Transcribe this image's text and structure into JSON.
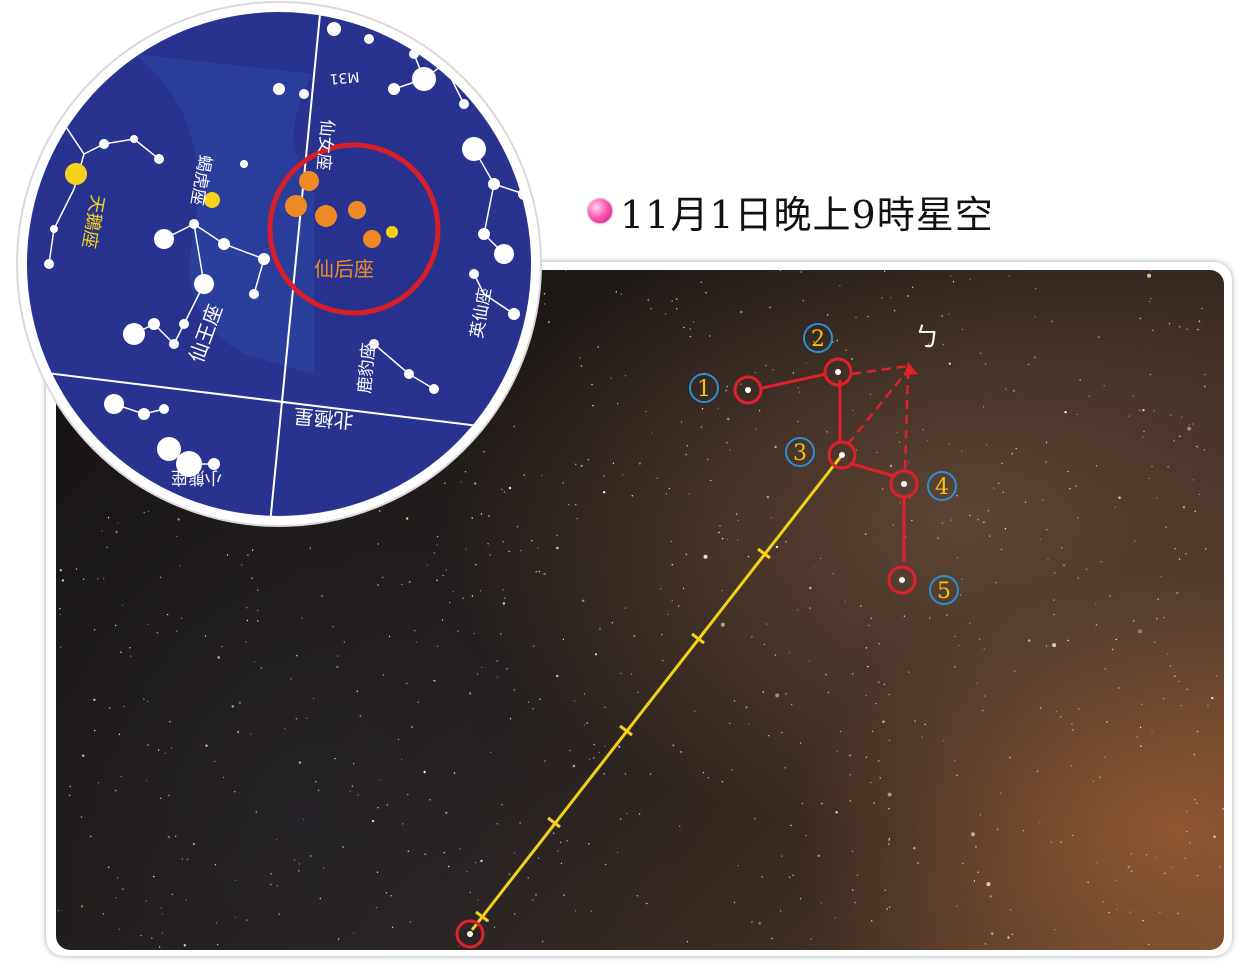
{
  "caption": {
    "text": "11月1日晚上9時星空",
    "bullet_color": "#e8389a"
  },
  "photo": {
    "star_labels": [
      "1",
      "2",
      "3",
      "4",
      "5"
    ],
    "direction_label": "ㄅ",
    "line_colors": {
      "constellation": "#e0202a",
      "pointer": "#f2d21a",
      "number_ring": "#2a8fd6",
      "number_text": "#f2c21a"
    }
  },
  "inset_map": {
    "labels": {
      "cassiopeia": "仙后座",
      "cepheus": "仙王座",
      "camelopardalis": "鹿豹座",
      "perseus": "英仙座",
      "polaris": "北極星",
      "ursa_minor": "小熊座",
      "andromeda": "仙女座",
      "lacerta": "蝎虎座",
      "cygnus": "天鵝座",
      "m31": "M31"
    },
    "colors": {
      "sky": "#27338f",
      "highlight": "#d81e28",
      "cassiopeia_stars": "#f08a24",
      "label_yellow": "#f5d21a"
    }
  }
}
